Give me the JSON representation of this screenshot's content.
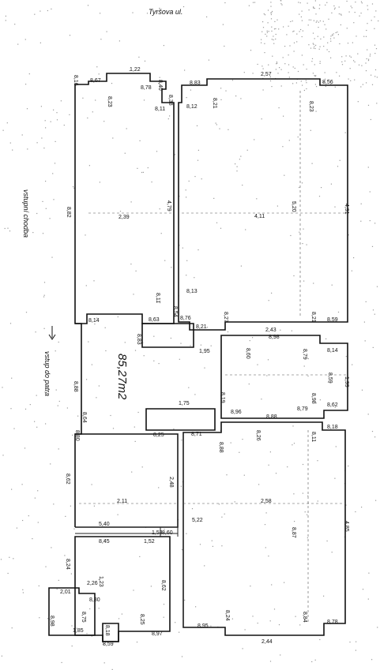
{
  "street_label": "Tyršova ul.",
  "entrance_label": "vstupní chodba",
  "stairs_label": "vstup do patra",
  "total_area": "85,27m2",
  "dims": [
    "1,22",
    "8,67",
    "8,78",
    "8,16",
    "8,40",
    "8,23",
    "8,11",
    "8,38",
    "8,12",
    "8,83",
    "2,57",
    "8,56",
    "8,21",
    "8,23",
    "8,82",
    "2,39",
    "4,79",
    "4,11",
    "5,20",
    "4,91",
    "8,13",
    "8,11",
    "8,54",
    "8,76",
    "8,27",
    "8,21",
    "8,59",
    "8,63",
    "8,21",
    "2,43",
    "8,98",
    "8,14",
    "8,83",
    "1,95",
    "8,60",
    "8,79",
    "8,14",
    "8,59",
    "1,99",
    "8,88",
    "8,98",
    "8,19",
    "8,64",
    "1,75",
    "8,96",
    "8,88",
    "8,79",
    "8,62",
    "8,80",
    "8,11",
    "8,25",
    "8,71",
    "8,88",
    "8,26",
    "8,18",
    "8,62",
    "2,48",
    "2,11",
    "2,58",
    "4,85",
    "5,22",
    "8,87",
    "5,40",
    "1,53",
    "8,60",
    "8,45",
    "1,52",
    "8,24",
    "1,23",
    "2,26",
    "8,80",
    "8,62",
    "2,01",
    "8,75",
    "8,98",
    "8,18",
    "8,25",
    "8,97",
    "1,85",
    "8,59",
    "8,95",
    "2,44",
    "8,24",
    "8,84",
    "8,78"
  ]
}
